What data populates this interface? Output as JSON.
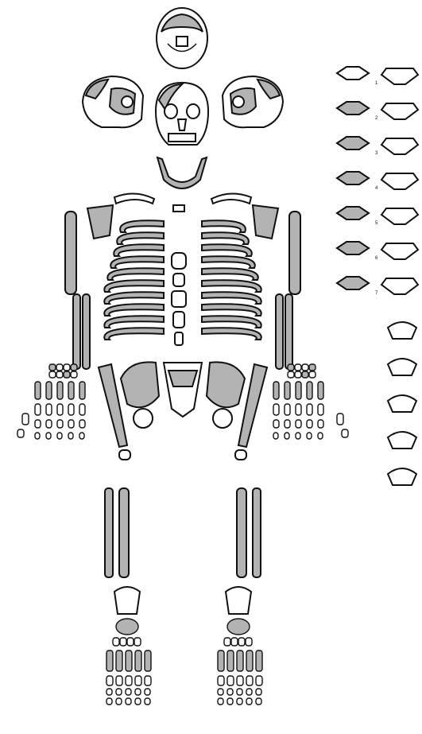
{
  "colors": {
    "present_bone": "#b3b3b3",
    "absent_bone": "#ffffff",
    "outline": "#111111",
    "background": "#ffffff"
  },
  "vertebra_labels": [
    "1",
    "2",
    "3",
    "4",
    "5",
    "6",
    "7"
  ]
}
